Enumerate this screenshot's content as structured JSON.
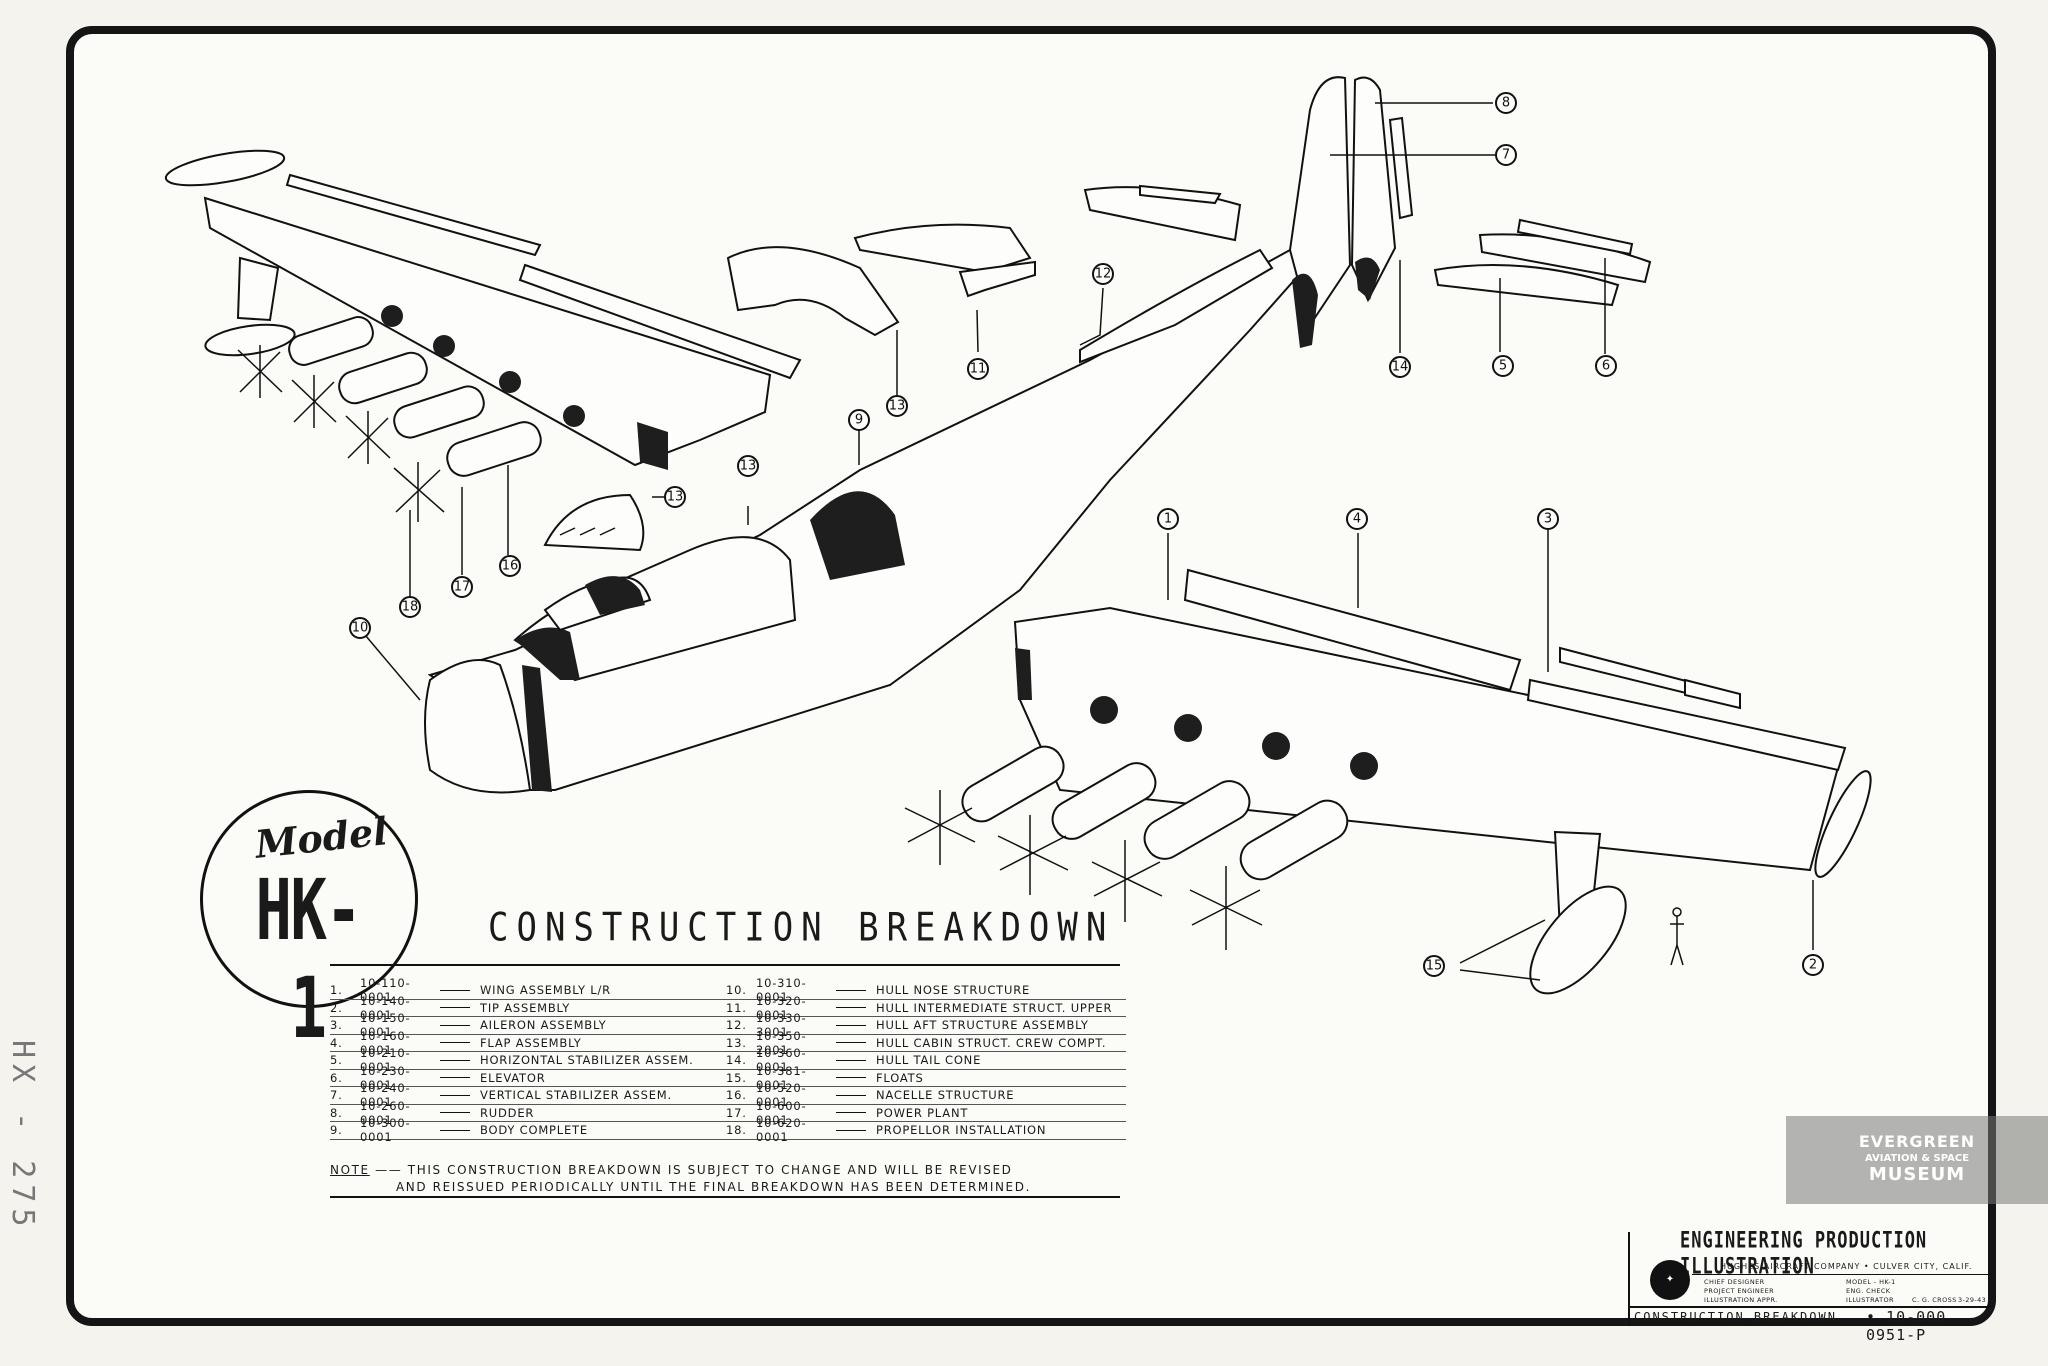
{
  "drawing": {
    "model_script": "Model",
    "model_name": "HK-1",
    "breakdown_title": "CONSTRUCTION BREAKDOWN",
    "callouts": [
      "1",
      "2",
      "3",
      "4",
      "5",
      "6",
      "7",
      "8",
      "9",
      "10",
      "11",
      "12",
      "13",
      "13",
      "13",
      "14",
      "15",
      "16",
      "17",
      "18"
    ]
  },
  "parts_list": {
    "left": [
      {
        "num": "1.",
        "code": "10-110-0001",
        "desc": "WING ASSEMBLY L/R"
      },
      {
        "num": "2.",
        "code": "10-140-0001",
        "desc": "TIP ASSEMBLY"
      },
      {
        "num": "3.",
        "code": "10-150-0001",
        "desc": "AILERON ASSEMBLY"
      },
      {
        "num": "4.",
        "code": "10-160-0001",
        "desc": "FLAP ASSEMBLY"
      },
      {
        "num": "5.",
        "code": "10-210-0001",
        "desc": "HORIZONTAL STABILIZER ASSEM."
      },
      {
        "num": "6.",
        "code": "10-230-0001",
        "desc": "ELEVATOR"
      },
      {
        "num": "7.",
        "code": "10-240-0001",
        "desc": "VERTICAL STABILIZER ASSEM."
      },
      {
        "num": "8.",
        "code": "10-260-0001",
        "desc": "RUDDER"
      },
      {
        "num": "9.",
        "code": "10-300-0001",
        "desc": "BODY COMPLETE"
      }
    ],
    "right": [
      {
        "num": "10.",
        "code": "10-310-0001",
        "desc": "HULL NOSE STRUCTURE"
      },
      {
        "num": "11.",
        "code": "10-320-0001",
        "desc": "HULL INTERMEDIATE STRUCT. UPPER"
      },
      {
        "num": "12.",
        "code": "10-330-3001",
        "desc": "HULL AFT STRUCTURE ASSEMBLY"
      },
      {
        "num": "13.",
        "code": "10-350-2001",
        "desc": "HULL CABIN STRUCT. CREW COMPT."
      },
      {
        "num": "14.",
        "code": "10-360-0001",
        "desc": "HULL TAIL CONE"
      },
      {
        "num": "15.",
        "code": "10-381-0001",
        "desc": "FLOATS"
      },
      {
        "num": "16.",
        "code": "10-520-0001",
        "desc": "NACELLE STRUCTURE"
      },
      {
        "num": "17.",
        "code": "10-600-0001",
        "desc": "POWER PLANT"
      },
      {
        "num": "18.",
        "code": "10-620-0001",
        "desc": "PROPELLOR INSTALLATION"
      }
    ]
  },
  "note": {
    "label": "NOTE",
    "line1": "THIS CONSTRUCTION BREAKDOWN IS SUBJECT TO CHANGE AND WILL BE REVISED",
    "line2": "AND REISSUED PERIODICALLY UNTIL THE FINAL BREAKDOWN HAS BEEN DETERMINED."
  },
  "museum_logo": {
    "line1": "EVERGREEN",
    "line2": "AVIATION & SPACE",
    "line3": "MUSEUM"
  },
  "title_block": {
    "heading": "ENGINEERING PRODUCTION ILLUSTRATION",
    "company": "HUGHES AIRCRAFT COMPANY • CULVER CITY, CALIF.",
    "field_model": "MODEL - HK-1",
    "field_chief": "CHIEF DESIGNER",
    "field_project": "PROJECT ENGINEER",
    "field_illustration": "ILLUSTRATION APPR.",
    "field_check": "ENG. CHECK",
    "field_illustrator": "ILLUSTRATOR",
    "illustrator_name": "C. G. CROSS",
    "date": "3-29-43",
    "title": "CONSTRUCTION BREAKDOWN",
    "drawing_number": "• 10-000 0951-P"
  },
  "archive_mark": "HX - 275"
}
